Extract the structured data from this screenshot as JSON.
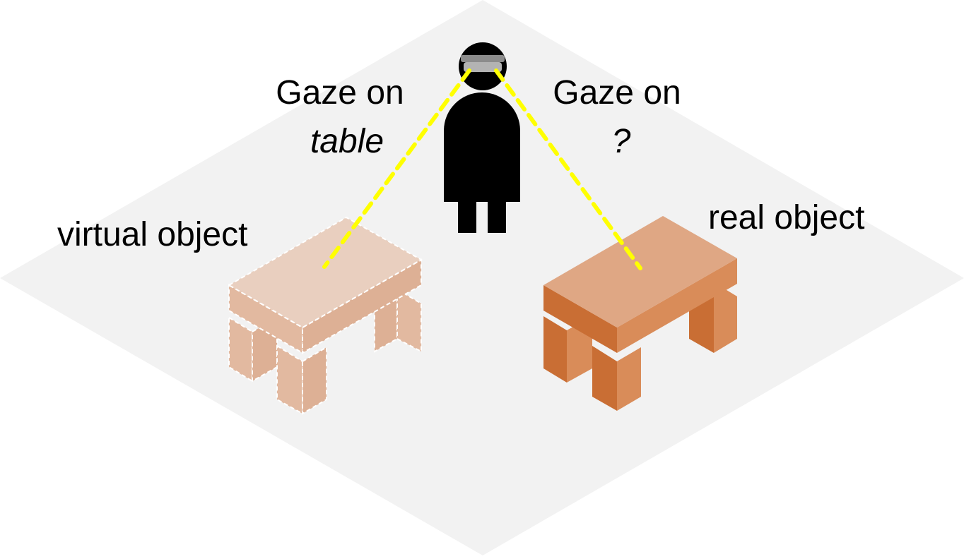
{
  "labels": {
    "gaze_left_line1": "Gaze on",
    "gaze_left_line2": "table",
    "gaze_right_line1": "Gaze on",
    "gaze_right_line2": "?",
    "virtual_object": "virtual object",
    "real_object": "real object"
  },
  "colors": {
    "floor": "#f2f2f2",
    "virtual_top": "#e9cfbf",
    "virtual_front": "#e2b9a0",
    "virtual_side": "#ddb095",
    "real_top": "#dfa784",
    "real_front": "#c96e34",
    "real_side": "#d98c59",
    "gaze_line": "#ffff00",
    "person": "#000000",
    "headset": "#8c8c8c"
  }
}
